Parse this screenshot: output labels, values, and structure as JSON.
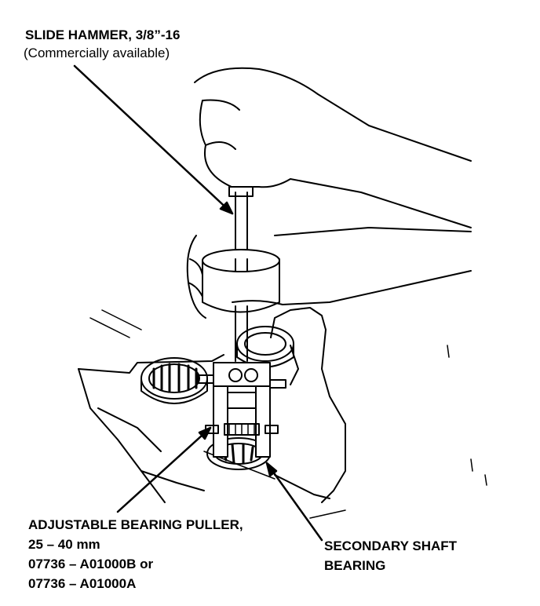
{
  "labels": {
    "slide_hammer": {
      "line1": "SLIDE HAMMER, 3/8”-16",
      "line2": "(Commercially available)"
    },
    "bearing_puller": {
      "line1": "ADJUSTABLE BEARING PULLER,",
      "line2": "25 – 40 mm",
      "line3": "07736 – A01000B or",
      "line4": "07736 – A01000A"
    },
    "secondary_bearing": {
      "line1": "SECONDARY SHAFT",
      "line2": "BEARING"
    }
  },
  "colors": {
    "ink": "#000000",
    "paper": "#ffffff"
  }
}
